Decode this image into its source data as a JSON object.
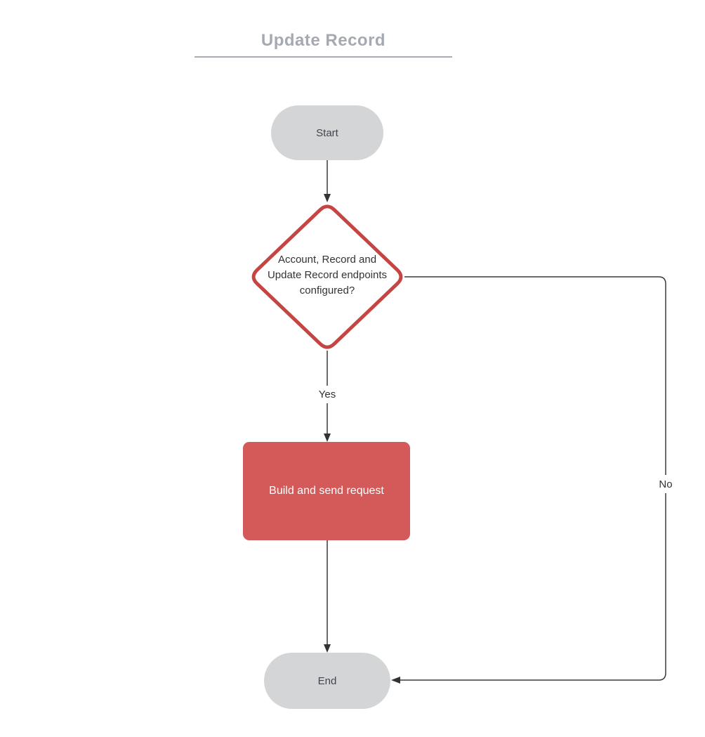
{
  "diagram": {
    "title": "Update Record",
    "nodes": {
      "start": {
        "type": "terminator",
        "label": "Start"
      },
      "decision": {
        "type": "decision",
        "label": "Account, Record and Update Record endpoints configured?",
        "lines": [
          "Account, Record and",
          "Update Record endpoints",
          "configured?"
        ]
      },
      "process": {
        "type": "process",
        "label": "Build and send request"
      },
      "end": {
        "type": "terminator",
        "label": "End"
      }
    },
    "edges": {
      "start_to_decision": {
        "label": ""
      },
      "decision_to_process": {
        "label": "Yes"
      },
      "decision_to_end": {
        "label": "No"
      },
      "process_to_end": {
        "label": ""
      }
    },
    "colors": {
      "background": "#FFFFFF",
      "title_text": "#A5A9B1",
      "title_underline": "#A9ACB3",
      "terminator_fill": "#D4D5D7",
      "terminator_text": "#40454D",
      "decision_stroke": "#C54543",
      "decision_fill": "#FFFFFF",
      "decision_text": "#333333",
      "process_fill": "#D45959",
      "process_text": "#FFFFFF",
      "connector": "#3A3A3A"
    }
  }
}
